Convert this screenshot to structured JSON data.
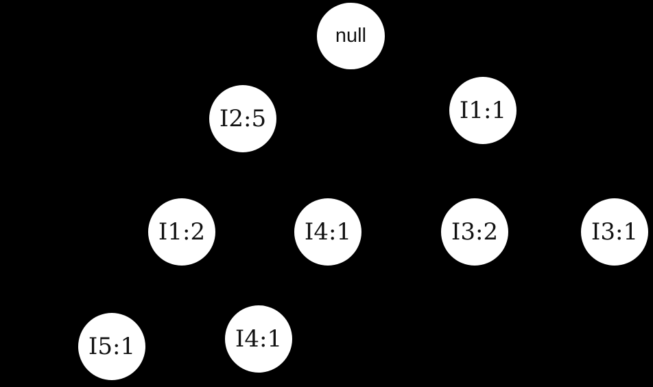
{
  "diagram": {
    "background": "#000000",
    "node_fill": "#ffffff",
    "text_color": "#111111",
    "nodes": [
      {
        "id": "null",
        "label": "null"
      },
      {
        "id": "i2-5",
        "label": "I2:5"
      },
      {
        "id": "i1-1",
        "label": "I1:1"
      },
      {
        "id": "i1-2",
        "label": "I1:2"
      },
      {
        "id": "i4-1-a",
        "label": "I4:1"
      },
      {
        "id": "i3-2",
        "label": "I3:2"
      },
      {
        "id": "i3-1",
        "label": "I3:1"
      },
      {
        "id": "i5-1",
        "label": "I5:1"
      },
      {
        "id": "i4-1-b",
        "label": "I4:1"
      }
    ]
  }
}
